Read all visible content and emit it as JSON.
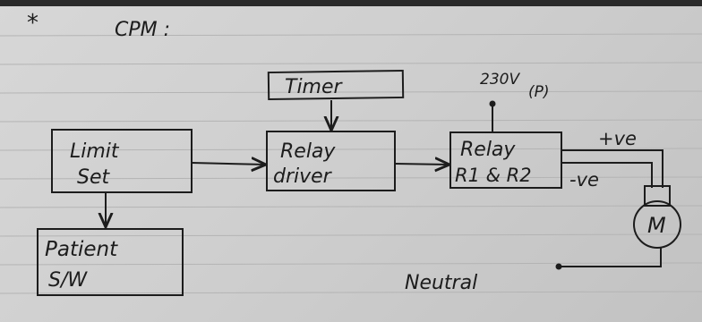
{
  "heading": {
    "star": "*",
    "text": "CPM :"
  },
  "blocks": {
    "timer": "Timer",
    "limit_set_line1": "Limit",
    "limit_set_line2": "Set",
    "relay_driver_line1": "Relay",
    "relay_driver_line2": "driver",
    "relay_line1": "Relay",
    "relay_line2": "R1 & R2",
    "patient_line1": "Patient",
    "patient_line2": "S/W"
  },
  "labels": {
    "supply_voltage": "230V",
    "supply_phase": "(P)",
    "positive": "+ve",
    "negative": "-ve",
    "motor": "M",
    "neutral": "Neutral"
  },
  "colors": {
    "paper": "#d2d2d2",
    "ink": "#1c1c1c",
    "ruled_line": "#b4b4b4"
  }
}
